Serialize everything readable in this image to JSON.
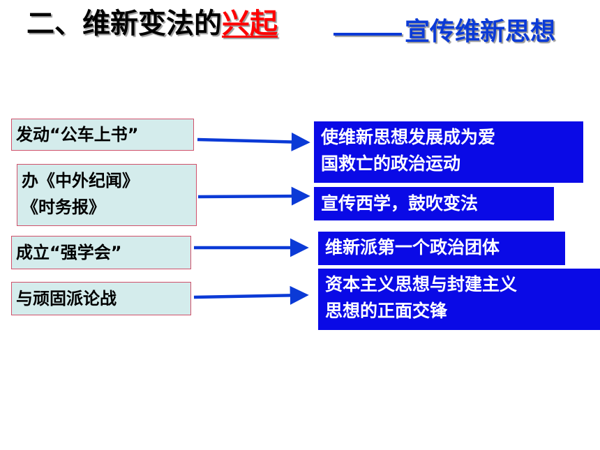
{
  "header": {
    "title_prefix": "二、维新变法的",
    "title_highlight": "兴起",
    "subtitle": "宣传维新思想"
  },
  "rows": [
    {
      "action_lines": [
        "发动“公车上书”"
      ],
      "result_lines": [
        "使维新思想发展成为爱",
        "国救亡的政治运动"
      ]
    },
    {
      "action_lines": [
        "办《中外纪闻》",
        "《时务报》"
      ],
      "result_lines": [
        "宣传西学，鼓吹变法"
      ]
    },
    {
      "action_lines": [
        "成立“强学会”"
      ],
      "result_lines": [
        "维新派第一个政治团体"
      ]
    },
    {
      "action_lines": [
        "与顽固派论战"
      ],
      "result_lines": [
        "资本主义思想与封建主义",
        "思想的正面交锋"
      ]
    }
  ],
  "colors": {
    "title_highlight": "#ff0000",
    "subtitle": "#0b3ad6",
    "result_box": "#0a0ae6",
    "action_box": "#d4ecec",
    "action_border": "#d0506a",
    "arrow": "#0b3ad6"
  }
}
